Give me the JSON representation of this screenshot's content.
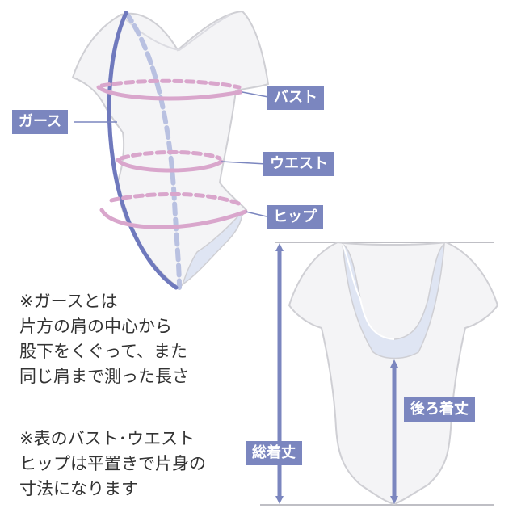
{
  "labels": {
    "girth": "ガース",
    "bust": "バスト",
    "waist": "ウエスト",
    "hip": "ヒップ",
    "back_length": "後ろ着丈",
    "total_length": "総着丈"
  },
  "notes": {
    "note1": [
      "※ガースとは",
      "片方の肩の中心から",
      "股下をくぐって、また",
      "同じ肩まで測った長さ"
    ],
    "note2": [
      "※表のバスト･ウエスト",
      "ヒップは平置きで片身の",
      "寸法になります"
    ]
  },
  "colors": {
    "label_bg": "#7b86bf",
    "girth_line": "#6f79bd",
    "measure_ring": "#d9a6cc",
    "garment_fill": "#f4f4f6",
    "garment_outline": "#cfcfd4",
    "lining_fill": "#dfe5f3",
    "arrow": "#7b86bf"
  }
}
